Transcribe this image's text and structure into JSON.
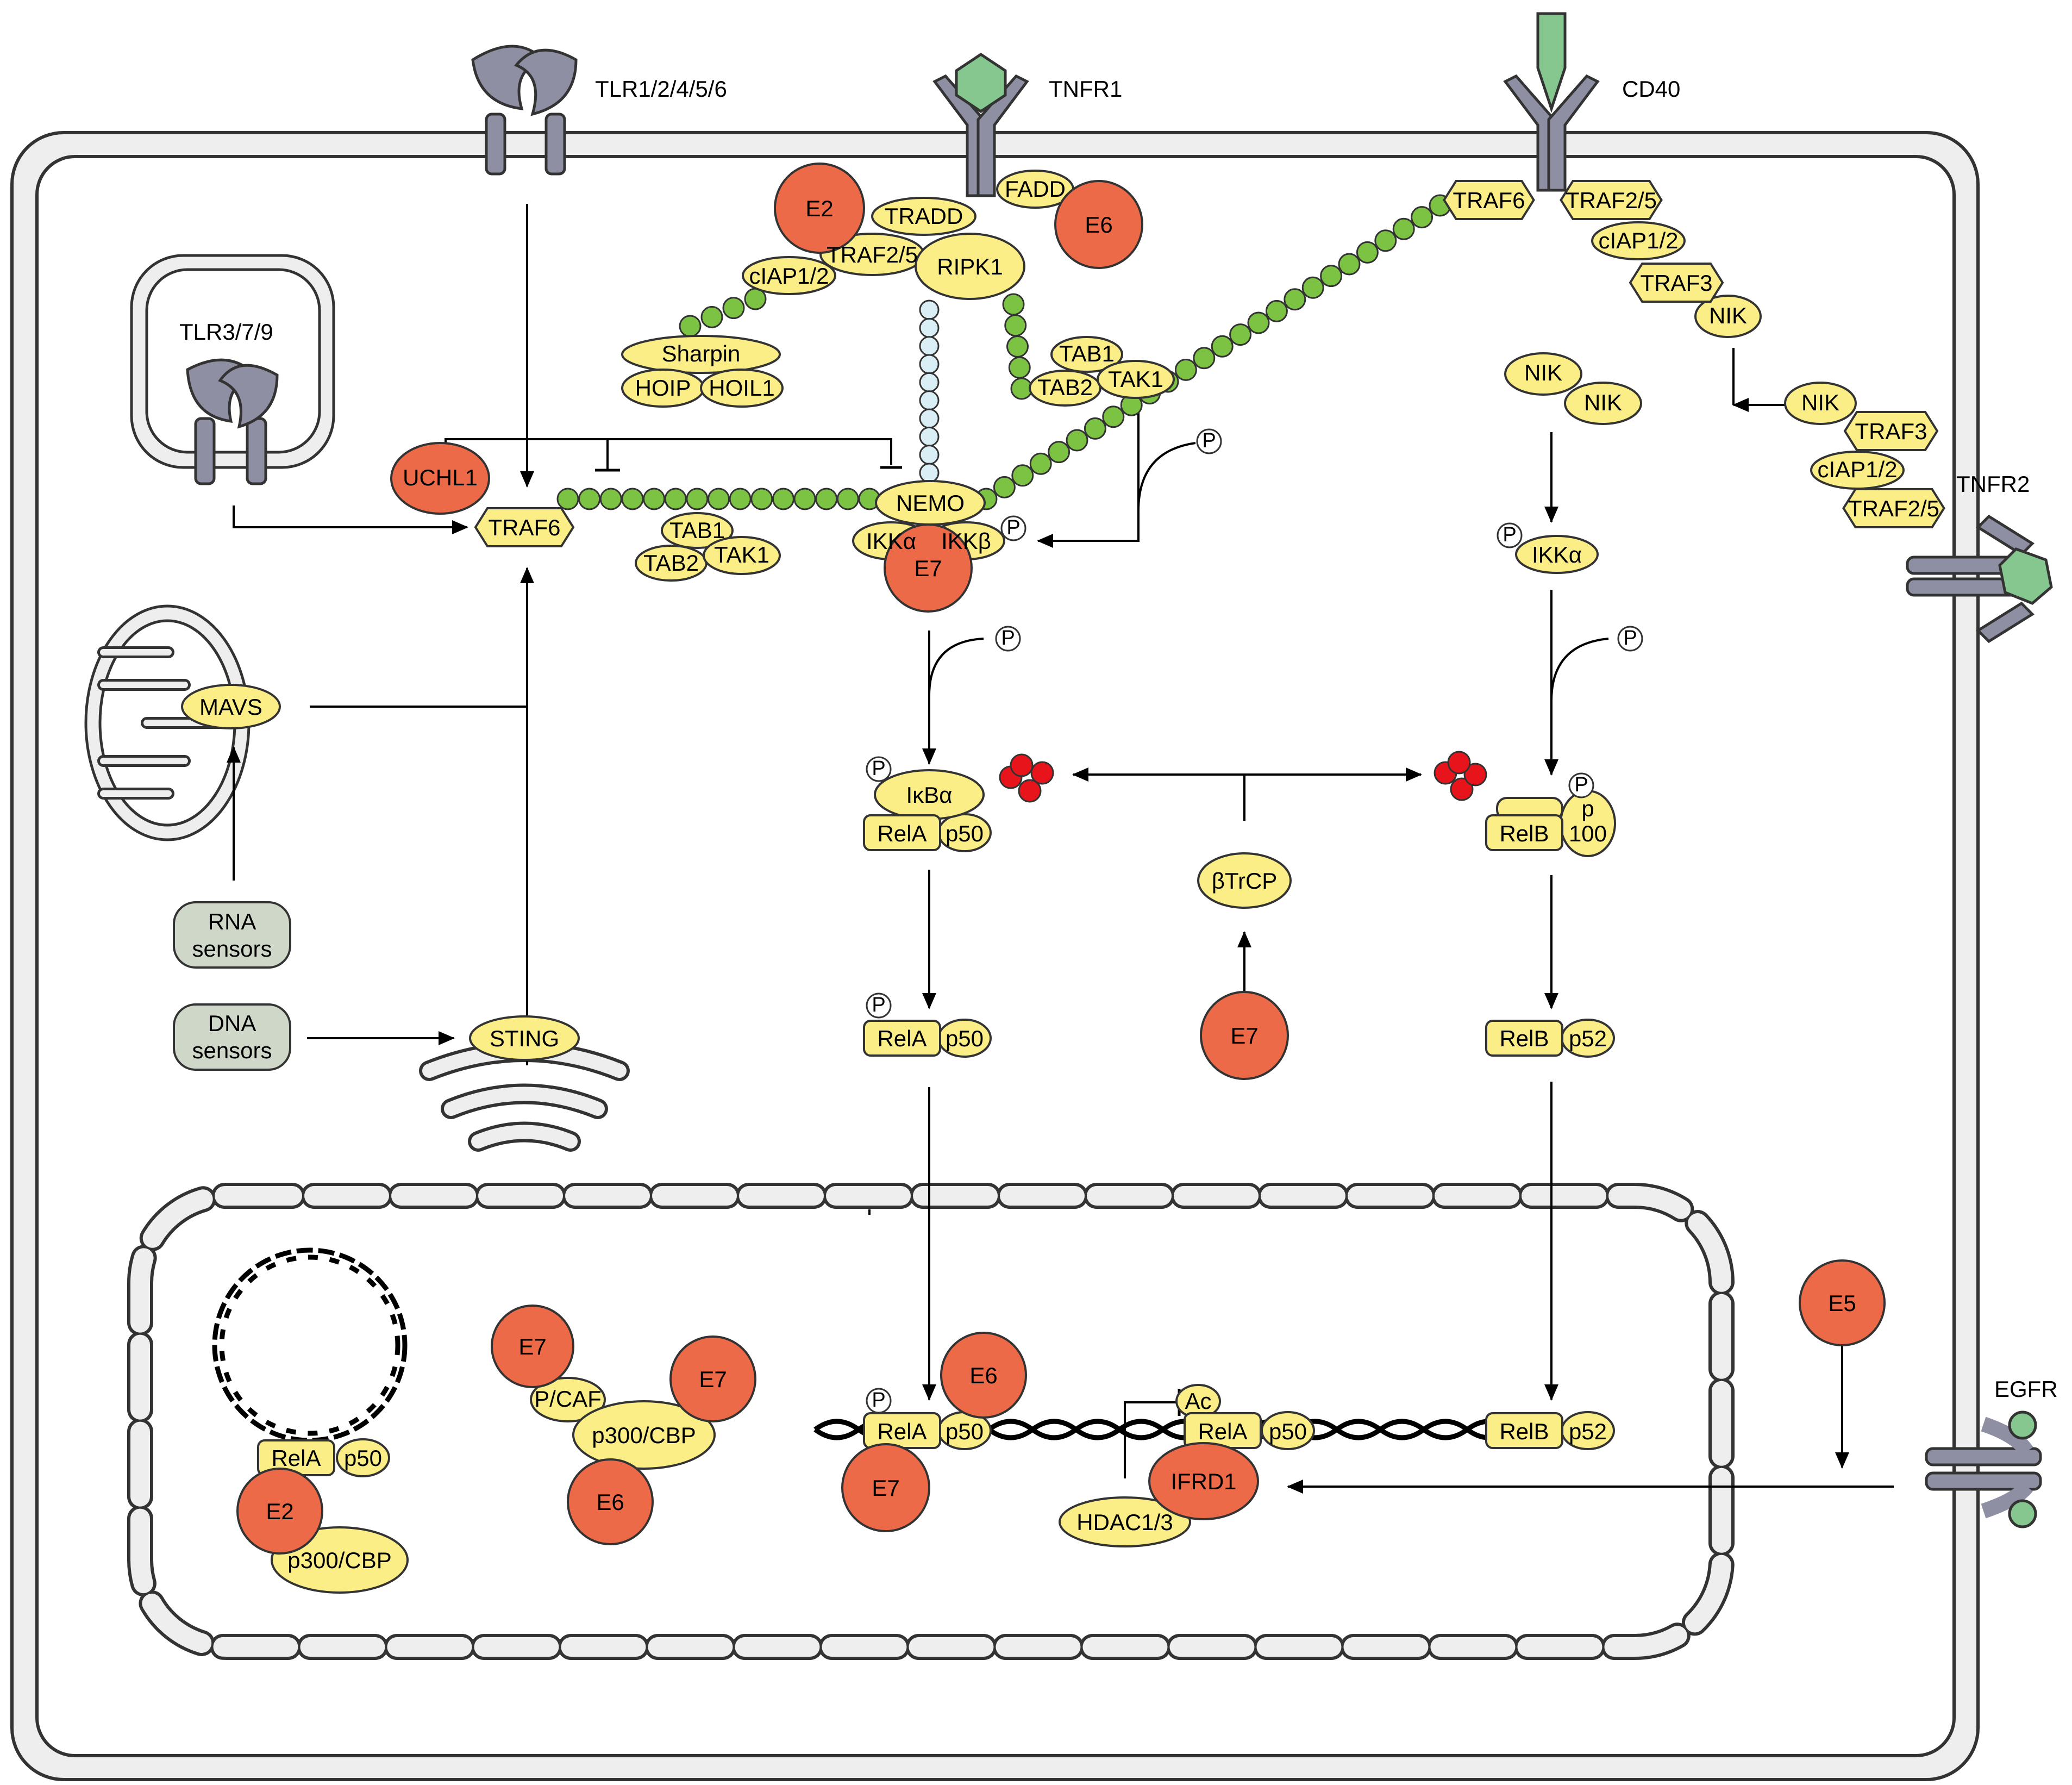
{
  "receptors": {
    "tlr_surface": "TLR1/2/4/5/6",
    "tlr_endosome": "TLR3/7/9",
    "tnfr1": "TNFR1",
    "cd40": "CD40",
    "tnfr2": "TNFR2",
    "egfr": "EGFR"
  },
  "proteins": {
    "tradd": "TRADD",
    "fadd": "FADD",
    "traf2_5_a": "TRAF2/5",
    "ripk1": "RIPK1",
    "ciap_a": "cIAP1/2",
    "sharpin": "Sharpin",
    "hoip": "HOIP",
    "hoil1": "HOIL1",
    "tab1_a": "TAB1",
    "tab2_a": "TAB2",
    "tak1_a": "TAK1",
    "traf6_cd40": "TRAF6",
    "traf2_5_b": "TRAF2/5",
    "ciap_b": "cIAP1/2",
    "traf3_a": "TRAF3",
    "nik_a": "NIK",
    "nik_b": "NIK",
    "nik_c": "NIK",
    "nik_d": "NIK",
    "traf3_b": "TRAF3",
    "ciap_c": "cIAP1/2",
    "traf2_5_c": "TRAF2/5",
    "traf6_main": "TRAF6",
    "tab1_b": "TAB1",
    "tab2_b": "TAB2",
    "tak1_b": "TAK1",
    "nemo": "NEMO",
    "ikka": "IKKα",
    "ikkb": "IKKβ",
    "ikka_nc": "IKKα",
    "mavs": "MAVS",
    "sting": "STING",
    "ikba": "IκBα",
    "rela_1": "RelA",
    "p50_1": "p50",
    "relb_1": "RelB",
    "p100_top": "p",
    "p100_bottom": "100",
    "btrcp": "βTrCP",
    "rela_2": "RelA",
    "p50_2": "p50",
    "relb_2": "RelB",
    "p52_1": "p52",
    "rela_3": "RelA",
    "p50_3": "p50",
    "pcaf": "P/CAF",
    "p300_a": "p300/CBP",
    "p300_b": "p300/CBP",
    "rela_4": "RelA",
    "p50_4": "p50",
    "rela_5": "RelA",
    "p50_5": "p50",
    "relb_3": "RelB",
    "p52_2": "p52",
    "hdac": "HDAC1/3",
    "ac": "Ac",
    "phospho": "P"
  },
  "viral": {
    "uchl1": "UCHL1",
    "e2_top": "E2",
    "e6_top": "E6",
    "e7_ikk": "E7",
    "e7_btrcp": "E7",
    "e5": "E5",
    "e2_nuc": "E2",
    "e7_nuc_a": "E7",
    "e7_nuc_b": "E7",
    "e6_nuc_a": "E6",
    "e6_nuc_b": "E6",
    "e7_nuc_c": "E7",
    "ifrd1": "IFRD1"
  },
  "sensors": {
    "rna_line1": "RNA",
    "rna_line2": "sensors",
    "dna_line1": "DNA",
    "dna_line2": "sensors"
  },
  "colors": {
    "protein": "#fcee87",
    "viral": "#ec6a47",
    "receptor": "#8e8fa3",
    "receptor_ligand": "#86c68f",
    "ubiquitin_chain": "#7cc243",
    "linear_chain": "#d9eef5",
    "degradation_ub": "#e8141c",
    "sensor": "#cfd7c8",
    "membrane": "#eeeeee"
  }
}
